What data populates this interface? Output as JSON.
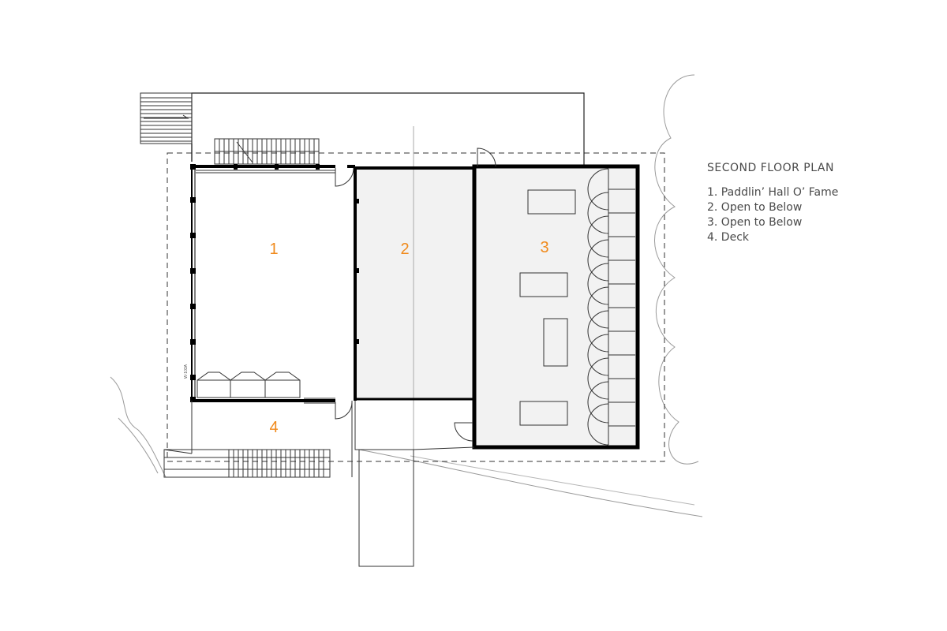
{
  "legend": {
    "title": "SECOND FLOOR PLAN",
    "items": [
      "1. Paddlin’ Hall O’ Fame",
      "2. Open to Below",
      "3. Open to Below",
      "4. Deck"
    ]
  },
  "rooms": [
    {
      "number": "1"
    },
    {
      "number": "2"
    },
    {
      "number": "3"
    },
    {
      "number": "4"
    }
  ],
  "wall_tag": "W-103A",
  "colors": {
    "room_number": "#f08a1c",
    "wall": "#000000",
    "line": "#333333",
    "void_fill": "#f2f2f2"
  }
}
